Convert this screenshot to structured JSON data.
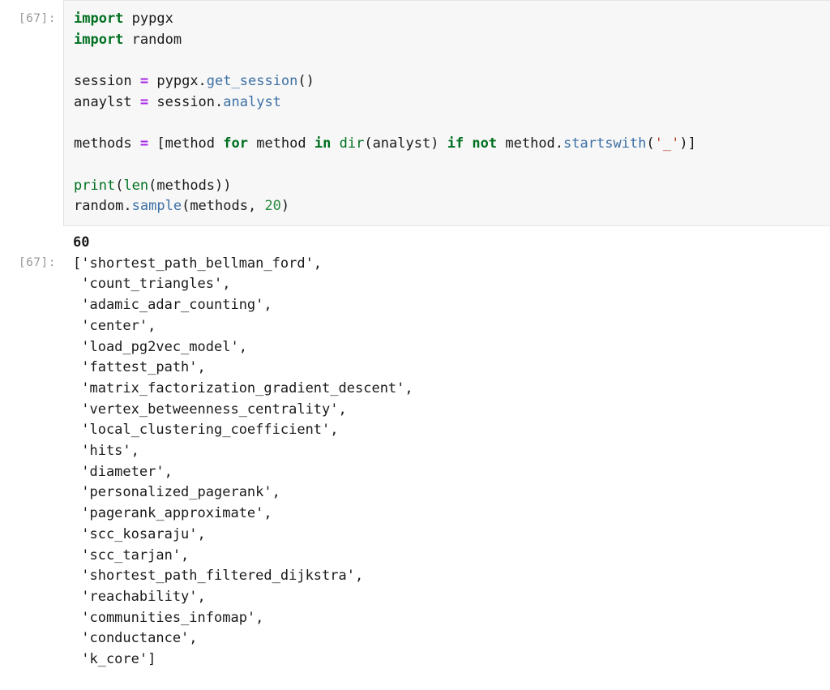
{
  "notebook": {
    "cell": {
      "input_prompt": "[67]:",
      "output_prompt": "[67]:",
      "code_lines": [
        {
          "tokens": [
            {
              "t": "import",
              "c": "kw"
            },
            {
              "t": " pypgx",
              "c": "pln"
            }
          ]
        },
        {
          "tokens": [
            {
              "t": "import",
              "c": "kw"
            },
            {
              "t": " random",
              "c": "pln"
            }
          ]
        },
        {
          "tokens": []
        },
        {
          "tokens": [
            {
              "t": "session ",
              "c": "pln"
            },
            {
              "t": "=",
              "c": "op"
            },
            {
              "t": " pypgx.",
              "c": "pln"
            },
            {
              "t": "get_session",
              "c": "fn"
            },
            {
              "t": "()",
              "c": "pln"
            }
          ]
        },
        {
          "tokens": [
            {
              "t": "anaylst ",
              "c": "pln"
            },
            {
              "t": "=",
              "c": "op"
            },
            {
              "t": " session.",
              "c": "pln"
            },
            {
              "t": "analyst",
              "c": "fn"
            }
          ]
        },
        {
          "tokens": []
        },
        {
          "tokens": [
            {
              "t": "methods ",
              "c": "pln"
            },
            {
              "t": "=",
              "c": "op"
            },
            {
              "t": " [method ",
              "c": "pln"
            },
            {
              "t": "for",
              "c": "kw"
            },
            {
              "t": " method ",
              "c": "pln"
            },
            {
              "t": "in",
              "c": "kw"
            },
            {
              "t": " ",
              "c": "pln"
            },
            {
              "t": "dir",
              "c": "bld"
            },
            {
              "t": "(analyst) ",
              "c": "pln"
            },
            {
              "t": "if",
              "c": "kw"
            },
            {
              "t": " ",
              "c": "pln"
            },
            {
              "t": "not",
              "c": "kw"
            },
            {
              "t": " method.",
              "c": "pln"
            },
            {
              "t": "startswith",
              "c": "fn"
            },
            {
              "t": "(",
              "c": "pln"
            },
            {
              "t": "'_'",
              "c": "str"
            },
            {
              "t": ")]",
              "c": "pln"
            }
          ]
        },
        {
          "tokens": []
        },
        {
          "tokens": [
            {
              "t": "print",
              "c": "bld"
            },
            {
              "t": "(",
              "c": "pln"
            },
            {
              "t": "len",
              "c": "bld"
            },
            {
              "t": "(methods))",
              "c": "pln"
            }
          ]
        },
        {
          "tokens": [
            {
              "t": "random.",
              "c": "pln"
            },
            {
              "t": "sample",
              "c": "fn"
            },
            {
              "t": "(methods, ",
              "c": "pln"
            },
            {
              "t": "20",
              "c": "num"
            },
            {
              "t": ")",
              "c": "pln"
            }
          ]
        }
      ],
      "stdout": "60",
      "result_lines": [
        "['shortest_path_bellman_ford',",
        " 'count_triangles',",
        " 'adamic_adar_counting',",
        " 'center',",
        " 'load_pg2vec_model',",
        " 'fattest_path',",
        " 'matrix_factorization_gradient_descent',",
        " 'vertex_betweenness_centrality',",
        " 'local_clustering_coefficient',",
        " 'hits',",
        " 'diameter',",
        " 'personalized_pagerank',",
        " 'pagerank_approximate',",
        " 'scc_kosaraju',",
        " 'scc_tarjan',",
        " 'shortest_path_filtered_dijkstra',",
        " 'reachability',",
        " 'communities_infomap',",
        " 'conductance',",
        " 'k_core']"
      ]
    }
  }
}
